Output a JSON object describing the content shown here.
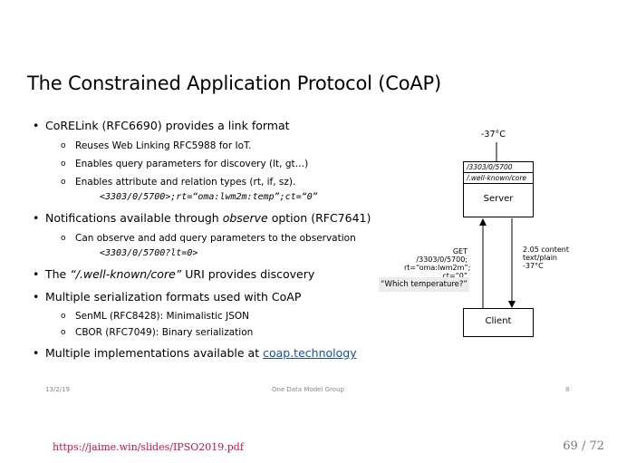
{
  "title": {
    "pre1": "The ",
    "c1": "Constrained",
    "pre2": " ",
    "c2": "Application",
    "pre3": " ",
    "c3": "Protocol",
    "pre4": " ",
    "c4": "(CoAP)"
  },
  "bullets": {
    "b1": "CoRELink (RFC6690) provides a link format",
    "b1_s1": "Reuses Web Linking RFC5988 for IoT.",
    "b1_s2": "Enables query parameters for discovery (lt, gt…)",
    "b1_s3": "Enables attribute and relation types (rt, if, sz).",
    "b1_code": "<3303/0/5700>;rt=“oma:lwm2m:temp”;ct=“0”",
    "b2_pre": "Notifications available through ",
    "b2_em": "observe",
    "b2_post": " option (RFC7641)",
    "b2_s1": "Can observe and add query parameters to the observation",
    "b2_code": "<3303/0/5700?lt=0>",
    "b3_pre": "The ",
    "b3_em": "“/.well-known/core”",
    "b3_post": " URI provides discovery",
    "b4": "Multiple serialization formats used with CoAP",
    "b4_s1": "SenML (RFC8428): Minimalistic JSON",
    "b4_s2": "CBOR  (RFC7049): Binary serialization",
    "b5_pre": "Multiple implementations available at ",
    "b5_link": "coap.technology"
  },
  "diagram": {
    "temp": "-37°C",
    "res1": "/3303/0/5700",
    "res2": "/.well-known/core",
    "server": "Server",
    "get": [
      "GET",
      "/3303/0/5700;",
      "rt=“oma:lwm2m”;",
      "ct=“0”"
    ],
    "resp": [
      "2.05 content",
      "text/plain",
      "-37°C"
    ],
    "question": "“Which temperature?”",
    "client": "Client"
  },
  "footer": {
    "date": "13/2/19",
    "org": "One Data Model Group",
    "num": "8"
  },
  "source_url": "https://jaime.win/slides/IPSO2019.pdf",
  "pager": "69 / 72",
  "colors": {
    "accent": "#1a4fa0",
    "url": "#d0103a"
  }
}
